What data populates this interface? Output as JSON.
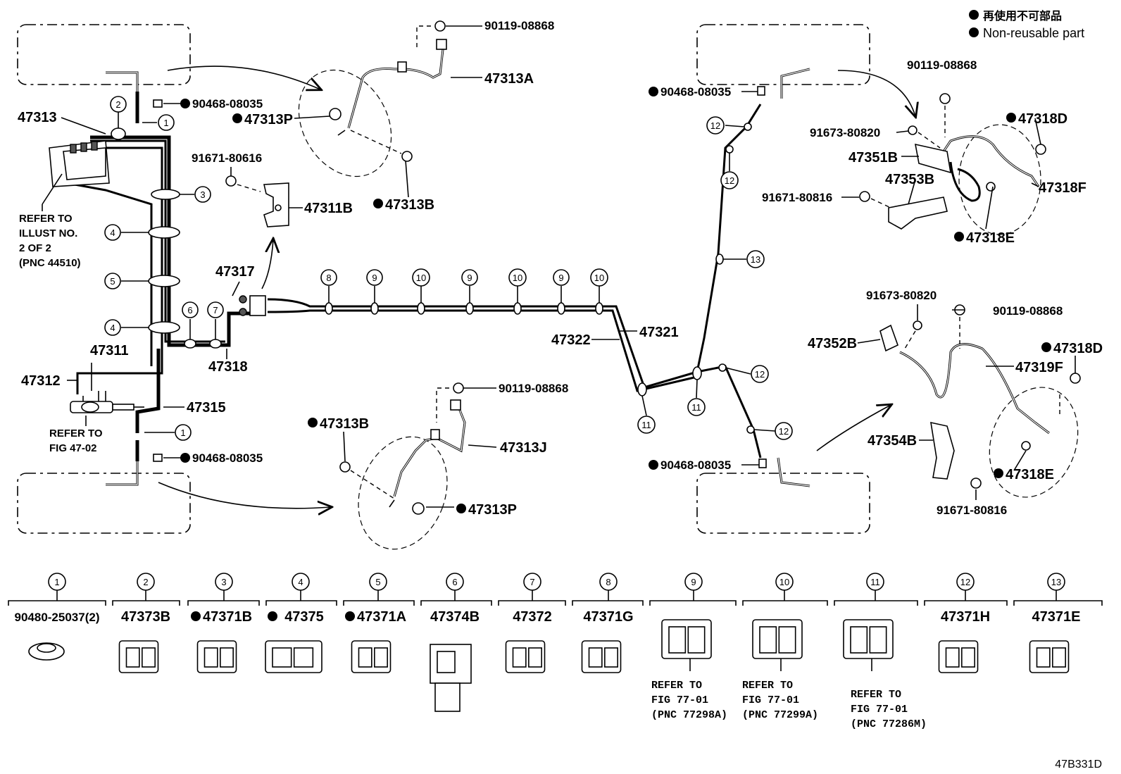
{
  "legend": {
    "jp": "再使用不可部品",
    "en": "Non-reusable part"
  },
  "diagram_id": "47B331D",
  "top_labels": {
    "p47313": "47313",
    "p90468_a": "90468-08035",
    "p90468_b": "90468-08035",
    "p90468_c": "90468-08035",
    "p90468_d": "90468-08035",
    "p47313P_a": "47313P",
    "p47313P_b": "47313P",
    "p47313A": "47313A",
    "p90119_a": "90119-08868",
    "p90119_b": "90119-08868",
    "p90119_c": "90119-08868",
    "p90119_d": "90119-08868",
    "p47313B_a": "47313B",
    "p47313B_b": "47313B",
    "p91671_80616": "91671-80616",
    "p47311B": "47311B",
    "p47317": "47317",
    "p47313J": "47313J",
    "p47311": "47311",
    "p47312": "47312",
    "p47315": "47315",
    "p47318": "47318",
    "p47322": "47322",
    "p47321": "47321",
    "p91673_a": "91673-80820",
    "p91673_b": "91673-80820",
    "p47351B": "47351B",
    "p47353B": "47353B",
    "p91671_80816_a": "91671-80816",
    "p91671_80816_b": "91671-80816",
    "p47318D_a": "47318D",
    "p47318D_b": "47318D",
    "p47318F": "47318F",
    "p47318E_a": "47318E",
    "p47318E_b": "47318E",
    "p47352B": "47352B",
    "p47319F": "47319F",
    "p47354B": "47354B"
  },
  "notes": {
    "refer_illust": [
      "REFER TO",
      "ILLUST NO.",
      "2 OF 2",
      "(PNC 44510)"
    ],
    "refer_fig4702": [
      "REFER TO",
      "FIG 47-02"
    ]
  },
  "callouts": {
    "c1": "1",
    "c2": "2",
    "c3": "3",
    "c4": "4",
    "c5": "5",
    "c6": "6",
    "c7": "7",
    "c8": "8",
    "c9": "9",
    "c10": "10",
    "c11": "11",
    "c12": "12",
    "c13": "13"
  },
  "clip_legend": [
    {
      "num": "1",
      "part": "90480-25037(2)",
      "nonreusable": false
    },
    {
      "num": "2",
      "part": "47373B",
      "nonreusable": false
    },
    {
      "num": "3",
      "part": "47371B",
      "nonreusable": true
    },
    {
      "num": "4",
      "part": "47375",
      "nonreusable": true
    },
    {
      "num": "5",
      "part": "47371A",
      "nonreusable": true
    },
    {
      "num": "6",
      "part": "47374B",
      "nonreusable": false
    },
    {
      "num": "7",
      "part": "47372",
      "nonreusable": false
    },
    {
      "num": "8",
      "part": "47371G",
      "nonreusable": false
    },
    {
      "num": "9",
      "part": "",
      "nonreusable": false,
      "refer": [
        "REFER TO",
        "FIG 77-01",
        "(PNC 77298A)"
      ]
    },
    {
      "num": "10",
      "part": "",
      "nonreusable": false,
      "refer": [
        "REFER TO",
        "FIG 77-01",
        "(PNC 77299A)"
      ]
    },
    {
      "num": "11",
      "part": "",
      "nonreusable": false,
      "refer": [
        "REFER TO",
        "FIG 77-01",
        "(PNC 77286M)"
      ]
    },
    {
      "num": "12",
      "part": "47371H",
      "nonreusable": false
    },
    {
      "num": "13",
      "part": "47371E",
      "nonreusable": false
    }
  ]
}
